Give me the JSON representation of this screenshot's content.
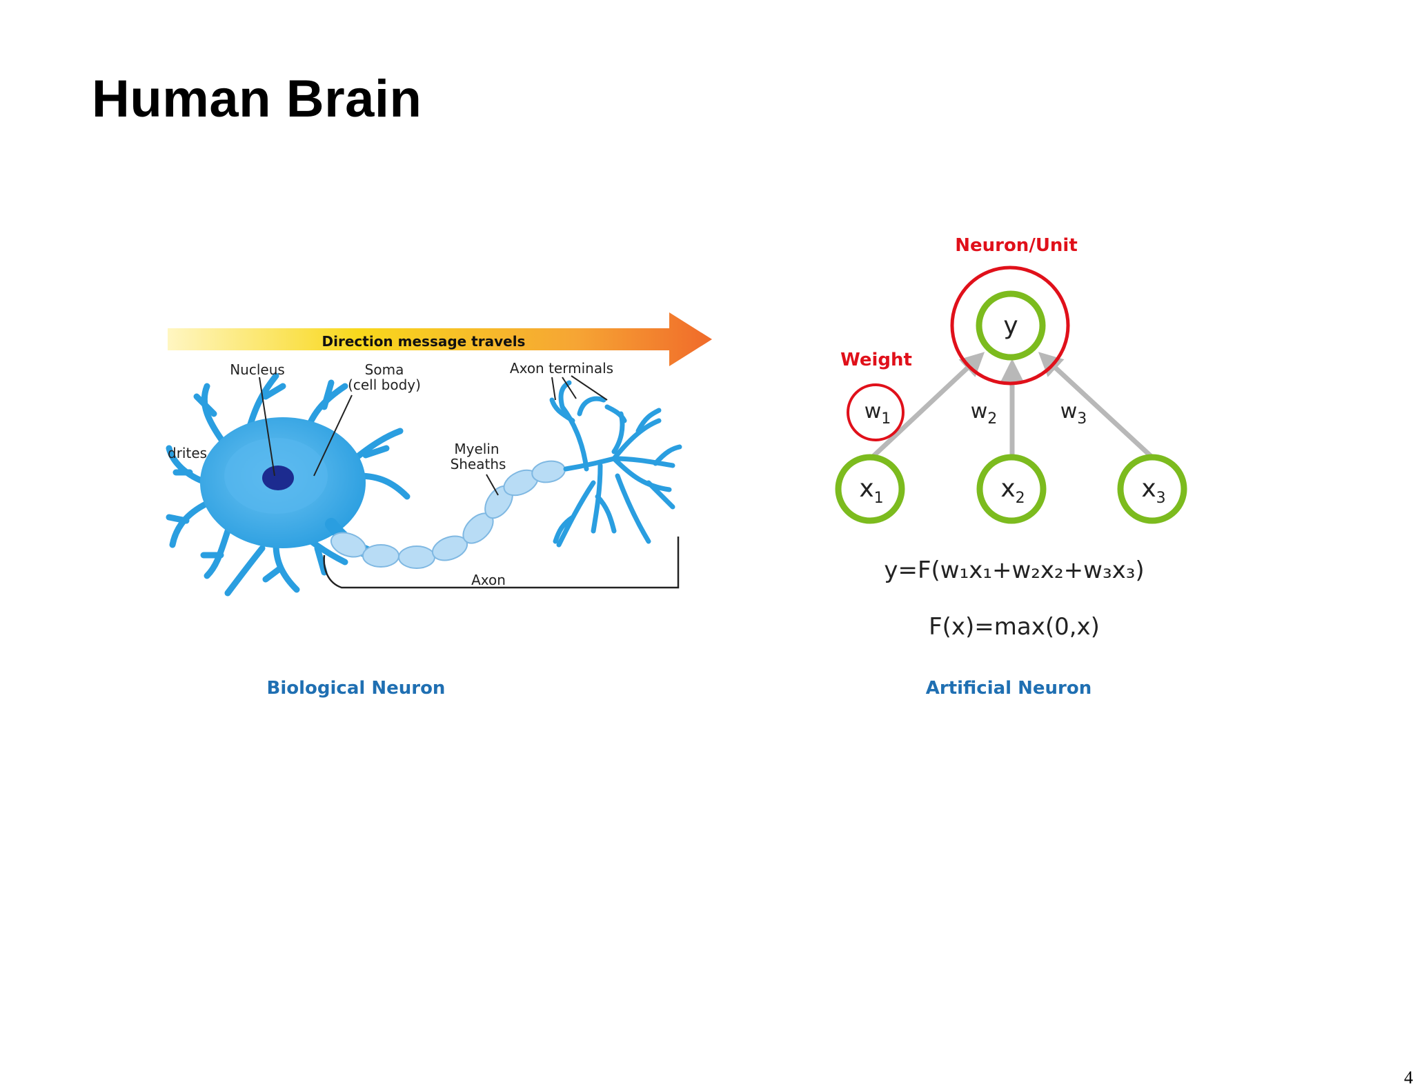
{
  "slide": {
    "title": "Human Brain",
    "page_number": "4"
  },
  "biological": {
    "arrow_label": "Direction message travels",
    "nucleus": "Nucleus",
    "soma_line1": "Soma",
    "soma_line2": "(cell body)",
    "axon_terminals": "Axon terminals",
    "dendrites": "drites",
    "myelin_line1": "Myelin",
    "myelin_line2": "Sheaths",
    "axon": "Axon",
    "caption": "Biological Neuron"
  },
  "artificial": {
    "unit_label": "Neuron/Unit",
    "weight_label": "Weight",
    "output_node": "y",
    "weights": [
      {
        "base": "w",
        "sub": "1"
      },
      {
        "base": "w",
        "sub": "2"
      },
      {
        "base": "w",
        "sub": "3"
      }
    ],
    "inputs": [
      {
        "base": "x",
        "sub": "1"
      },
      {
        "base": "x",
        "sub": "2"
      },
      {
        "base": "x",
        "sub": "3"
      }
    ],
    "formula": "y=F(w₁x₁+w₂x₂+w₃x₃)",
    "activation": "F(x)=max(0,x)",
    "caption": "Artificial Neuron",
    "colors": {
      "unit_ring": "#e0101a",
      "node_ring": "#7cbb1e",
      "arrow": "#b8b8b8"
    }
  }
}
